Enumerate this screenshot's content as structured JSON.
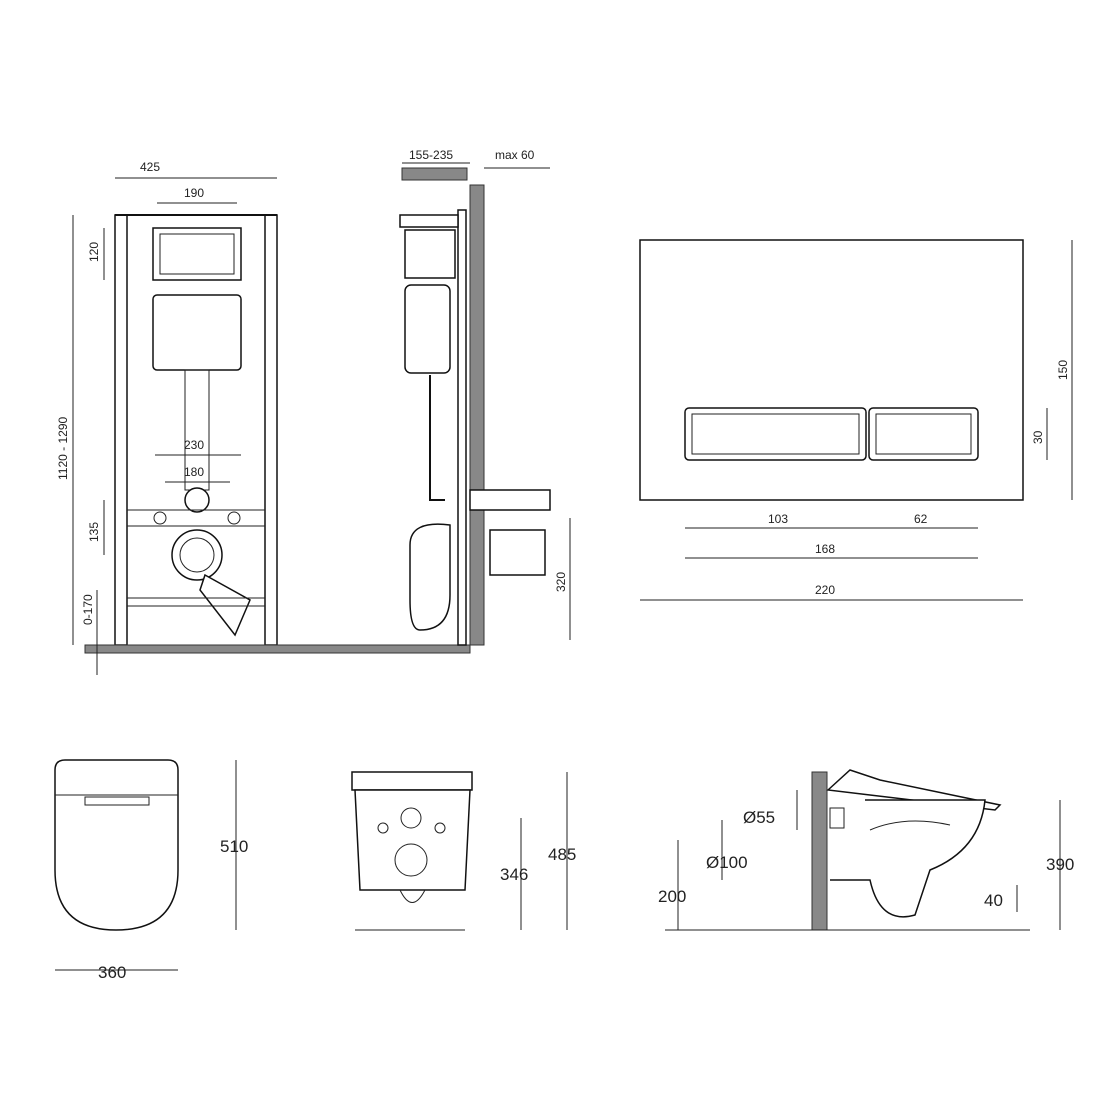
{
  "frame_front": {
    "width": "425",
    "plate_width": "190",
    "plate_height": "120",
    "height_range": "1120 - 1290",
    "outlet_spacing_outer": "230",
    "outlet_spacing_inner": "180",
    "outlet_height": "135",
    "leg_adjust": "0-170"
  },
  "frame_side": {
    "depth_range": "155-235",
    "wall_max": "max 60",
    "pipe_height": "320"
  },
  "flush_plate": {
    "height": "150",
    "button_height": "30",
    "button_left_width": "103",
    "button_right_width": "62",
    "buttons_total": "168",
    "width": "220"
  },
  "bowl_top": {
    "length": "510",
    "width": "360"
  },
  "bowl_front": {
    "height": "485",
    "mount_height": "346"
  },
  "bowl_side": {
    "inlet_diameter": "Ø55",
    "outlet_diameter": "Ø100",
    "outlet_height": "200",
    "water_depth": "40",
    "rim_height": "390"
  }
}
